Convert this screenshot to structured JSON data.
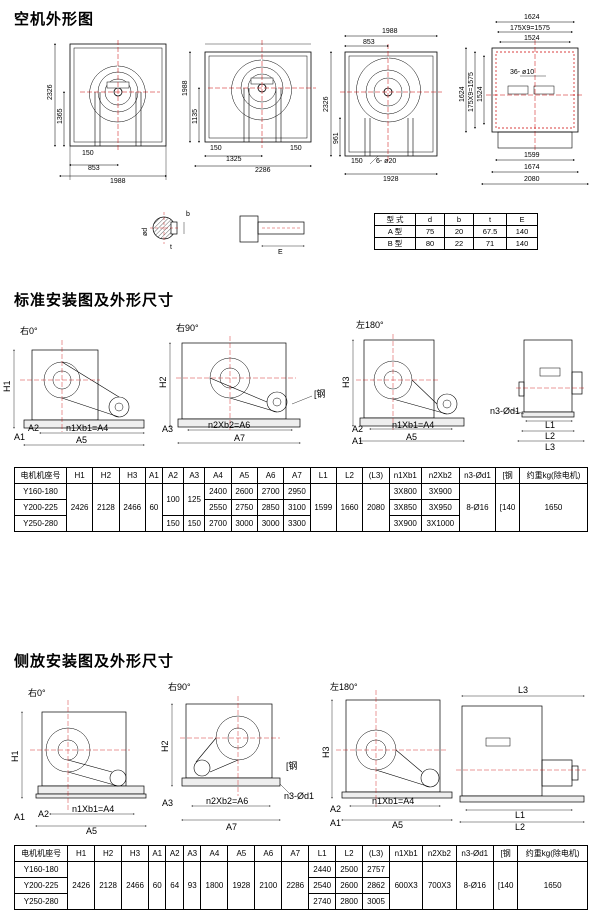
{
  "titles": {
    "outline": "空机外形图",
    "standard": "标准安装图及外形尺寸",
    "side": "侧放安装图及外形尺寸"
  },
  "outline_dims": {
    "v1": {
      "h_total": "2326",
      "h_lower": "1365",
      "b1": "150",
      "w1": "853",
      "w_total": "1988"
    },
    "v2": {
      "w_top": "1988",
      "h_total": "1988",
      "h_lower": "1135",
      "b1": "150",
      "w1": "1325",
      "w_total": "2286",
      "b2": "150"
    },
    "v3": {
      "w_top": "1988",
      "w_half": "853",
      "h_total": "2326",
      "h_lower": "961",
      "b1": "150",
      "holes": "6- ø20",
      "w_total": "1928"
    },
    "v4": {
      "w_top": "1624",
      "pitch": "175X9=1575",
      "inner": "1524",
      "holes": "36- ø10",
      "h1": "1624",
      "h2": "175X9=1575",
      "h3": "1524",
      "w_a": "1599",
      "w_b": "1674",
      "w_c": "2080"
    },
    "shaft": {
      "dia": "ød",
      "b": "b",
      "t": "t",
      "e": "E"
    }
  },
  "shaft_table": {
    "header": [
      "型 式",
      "d",
      "b",
      "t",
      "E"
    ],
    "rows": [
      [
        "A 型",
        "75",
        "20",
        "67.5",
        "140"
      ],
      [
        "B 型",
        "80",
        "22",
        "71",
        "140"
      ]
    ]
  },
  "standard_views": {
    "r0": "右0°",
    "r90": "右90°",
    "l180": "左180°",
    "h1": "H1",
    "h2": "H2",
    "h3": "H3",
    "a1": "A1",
    "a2": "A2",
    "a3": "A3",
    "a4": "n1Xb1=A4",
    "a5": "A5",
    "a6": "n2Xb2=A6",
    "a7": "A7",
    "steel": "[钢",
    "n3": "n3-Ød1",
    "l1": "L1",
    "l2": "L2",
    "l3": "L3"
  },
  "standard_table": {
    "header": [
      "电机机座号",
      "H1",
      "H2",
      "H3",
      "A1",
      "A2",
      "A3",
      "A4",
      "A5",
      "A6",
      "A7",
      "L1",
      "L2",
      "(L3)",
      "n1Xb1",
      "n2Xb2",
      "n3-Ød1",
      "[钢",
      "约重kg(除电机)"
    ],
    "models": [
      "Y160-180",
      "Y200-225",
      "Y250-280"
    ],
    "h1": "2426",
    "h2": "2128",
    "h3": "2466",
    "a1": "60",
    "a2_12": "100",
    "a3_12": "125",
    "a2_3": "150",
    "a3_3": "150",
    "a4": [
      "2400",
      "2550",
      "2700"
    ],
    "a5": [
      "2600",
      "2750",
      "3000"
    ],
    "a6": [
      "2700",
      "2850",
      "3000"
    ],
    "a7": [
      "2950",
      "3100",
      "3300"
    ],
    "l1": "1599",
    "l2": "1660",
    "l3": "2080",
    "n1": [
      "3X800",
      "3X850",
      "3X900"
    ],
    "n2": [
      "3X900",
      "3X950",
      "3X1000"
    ],
    "n3": "8-Ø16",
    "steel": "[140",
    "weight": "1650"
  },
  "side_views": {
    "r0": "右0°",
    "r90": "右90°",
    "l180": "左180°",
    "h1": "H1",
    "h2": "H2",
    "h3": "H3",
    "a1": "A1",
    "a2": "A2",
    "a3": "A3",
    "a4": "n1Xb1=A4",
    "a5": "A5",
    "a6": "n2Xb2=A6",
    "a7": "A7",
    "steel": "[钢",
    "n3": "n3-Ød1",
    "l1": "L1",
    "l2": "L2",
    "l3": "L3"
  },
  "side_table": {
    "header": [
      "电机机座号",
      "H1",
      "H2",
      "H3",
      "A1",
      "A2",
      "A3",
      "A4",
      "A5",
      "A6",
      "A7",
      "L1",
      "L2",
      "(L3)",
      "n1Xb1",
      "n2Xb2",
      "n3-Ød1",
      "[钢",
      "约重kg(除电机)"
    ],
    "models": [
      "Y160-180",
      "Y200-225",
      "Y250-280"
    ],
    "h1": "2426",
    "h2": "2128",
    "h3": "2466",
    "a1": "60",
    "a2": "64",
    "a3": "93",
    "a4": "1800",
    "a5": "1928",
    "a6": "2100",
    "a7": "2286",
    "l1": [
      "2440",
      "2540",
      "2740"
    ],
    "l2": [
      "2500",
      "2600",
      "2800"
    ],
    "l3": [
      "2757",
      "2862",
      "3005"
    ],
    "n1": "600X3",
    "n2": "700X3",
    "n3": "8-Ø16",
    "steel": "[140",
    "weight": "1650"
  }
}
